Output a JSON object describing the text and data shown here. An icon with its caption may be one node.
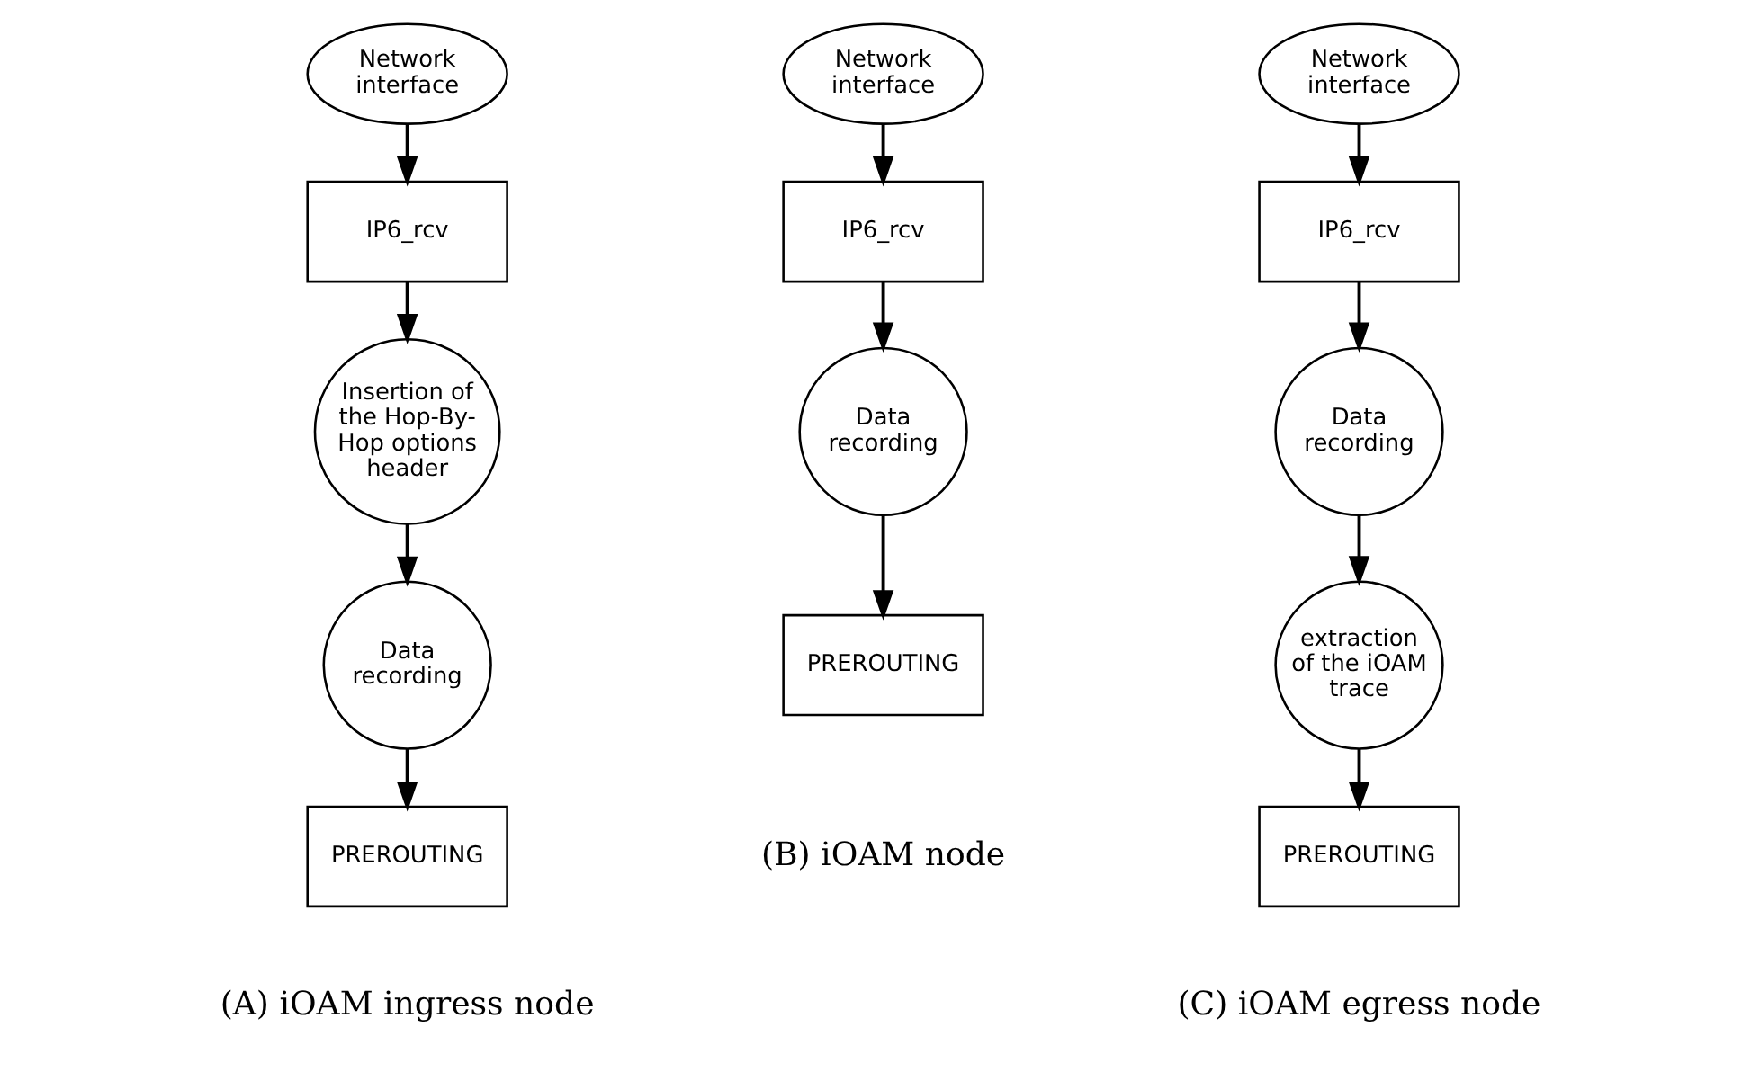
{
  "diagram": {
    "nodes": [
      {
        "text": [
          "Network interface"
        ]
      },
      {
        "text": [
          "IP6_rcv"
        ]
      },
      {
        "text": [
          "Insertion of the Hop-By-Hop options header"
        ]
      },
      {
        "text": [
          "Data recording"
        ]
      },
      {
        "text": [
          "PREROUTING"
        ]
      },
      {
        "text": [
          "Network interface"
        ]
      },
      {
        "text": [
          "IP6_rcv"
        ]
      },
      {
        "text": [
          "Data recording"
        ]
      },
      {
        "text": [
          "PREROUTING"
        ]
      },
      {
        "text": [
          "Network interface"
        ]
      },
      {
        "text": [
          "IP6_rcv"
        ]
      },
      {
        "text": [
          "Data recording"
        ]
      },
      {
        "text": [
          "extraction of the iOAM trace"
        ]
      },
      {
        "text": [
          "PREROUTING"
        ]
      }
    ],
    "edges": [
      {
        "from": 0,
        "to": 1,
        "arrow": "to"
      },
      {
        "from": 1,
        "to": 2,
        "arrow": "to"
      },
      {
        "from": 2,
        "to": 3,
        "arrow": "to"
      },
      {
        "from": 3,
        "to": 4,
        "arrow": "to"
      },
      {
        "from": 5,
        "to": 6,
        "arrow": "to"
      },
      {
        "from": 6,
        "to": 7,
        "arrow": "to"
      },
      {
        "from": 7,
        "to": 8,
        "arrow": "to"
      },
      {
        "from": 9,
        "to": 10,
        "arrow": "to"
      },
      {
        "from": 10,
        "to": 11,
        "arrow": "to"
      },
      {
        "from": 11,
        "to": 12,
        "arrow": "to"
      },
      {
        "from": 12,
        "to": 13,
        "arrow": "to"
      }
    ],
    "labels": [
      "(A) iOAM ingress node",
      "(B) iOAM node",
      "(C) iOAM egress node"
    ]
  }
}
